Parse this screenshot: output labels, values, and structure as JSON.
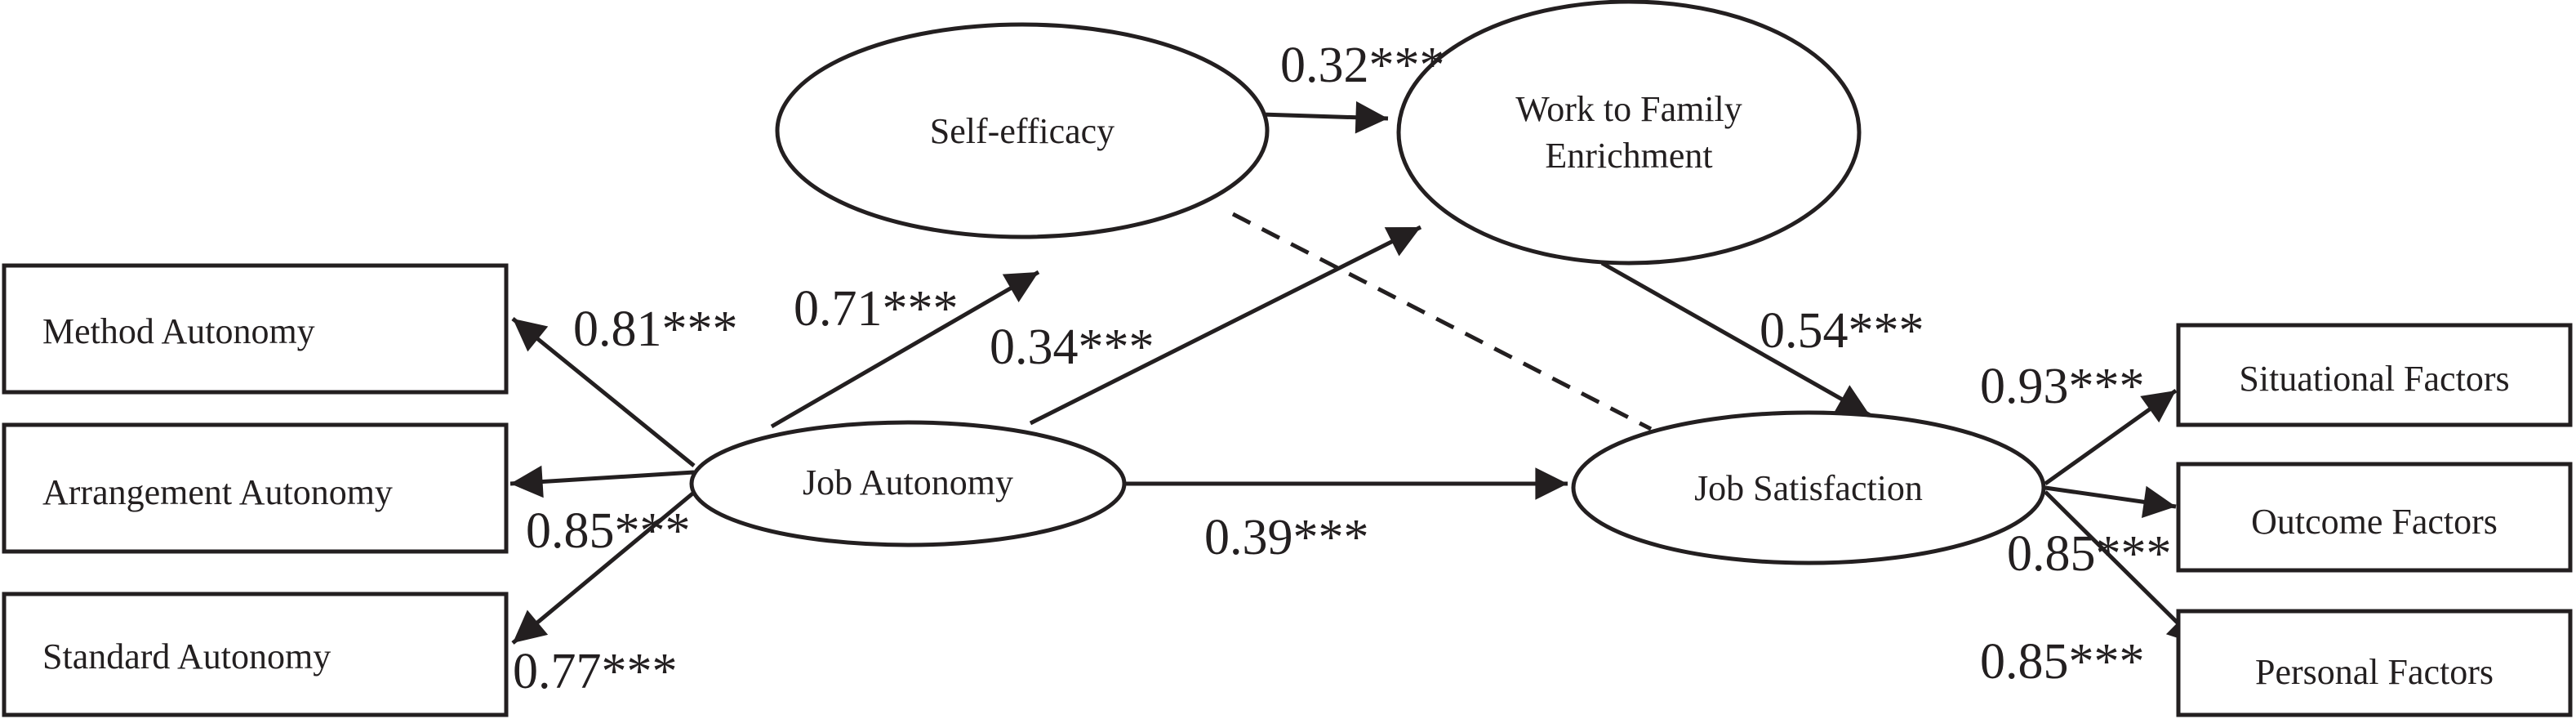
{
  "nodes": {
    "self_efficacy": "Self-efficacy",
    "work_family_line1": "Work to Family",
    "work_family_line2": "Enrichment",
    "job_autonomy": "Job Autonomy",
    "job_satisfaction": "Job Satisfaction",
    "method_autonomy": "Method Autonomy",
    "arrangement_autonomy": "Arrangement Autonomy",
    "standard_autonomy": "Standard Autonomy",
    "situational_factors": "Situational Factors",
    "outcome_factors": "Outcome Factors",
    "personal_factors": "Personal Factors"
  },
  "coefficients": {
    "self_efficacy_to_enrichment": "0.32***",
    "autonomy_to_self_efficacy": "0.71***",
    "autonomy_to_enrichment": "0.34***",
    "enrichment_to_satisfaction": "0.54***",
    "autonomy_to_satisfaction": "0.39***",
    "method_loading": "0.81***",
    "arrangement_loading": "0.85***",
    "standard_loading": "0.77***",
    "situational_loading": "0.93***",
    "outcome_loading": "0.85***",
    "personal_loading": "0.85***"
  },
  "colors": {
    "ink": "#231f20",
    "background": "#ffffff"
  }
}
